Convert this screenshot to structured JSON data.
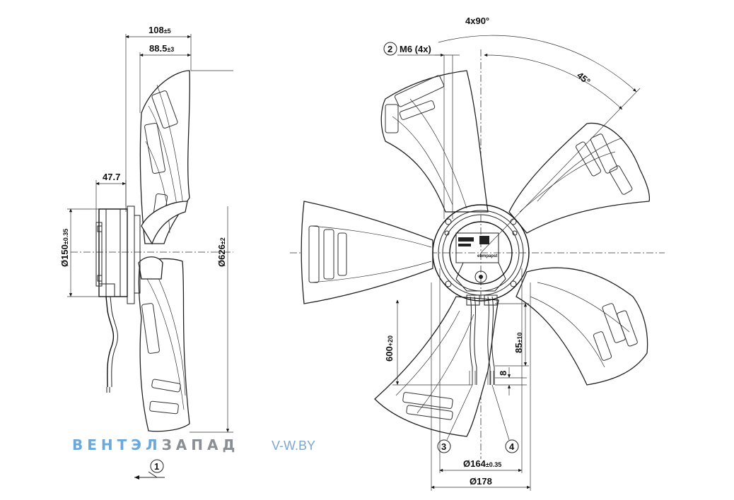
{
  "dimensions": {
    "width_total": "108",
    "width_total_tol": "±5",
    "width_blade": "88.5",
    "width_blade_tol": "±3",
    "motor_depth": "47.7",
    "motor_dia": "Ø150",
    "motor_dia_tol": "±0.35",
    "fan_dia": "Ø626",
    "fan_dia_tol": "±2",
    "angle_total": "4x90°",
    "angle_half": "45°",
    "thread": "M6 (4x)",
    "cable_len": "600",
    "cable_len_tol": "+20",
    "cable_offset": "85",
    "cable_offset_tol": "±10",
    "strip_len": "8",
    "bolt_circle": "Ø164",
    "bolt_circle_tol": "±0.35",
    "hub_dia": "Ø178"
  },
  "callouts": {
    "c1": "1",
    "c2": "2",
    "c3": "3",
    "c4": "4"
  },
  "brand": {
    "part1": "ВЕНТЭЛ",
    "part2": "ЗАПАД",
    "site": "V-W.BY",
    "color1": "#6ea8d8",
    "color2": "#8a8f96"
  },
  "label_text": "ebmpapst"
}
